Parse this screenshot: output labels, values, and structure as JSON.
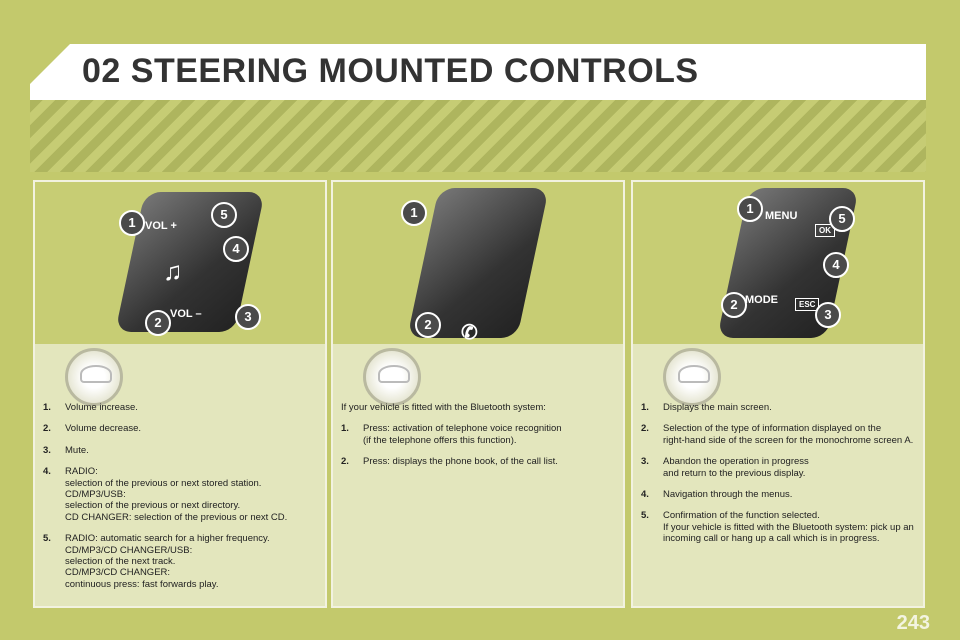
{
  "header": {
    "title": "02 STEERING MOUNTED CONTROLS"
  },
  "panel1": {
    "badges": [
      "1",
      "5",
      "4",
      "2",
      "3"
    ],
    "labels": {
      "vol_up": "VOL +",
      "vol_down": "VOL –"
    },
    "items": [
      {
        "num": "1.",
        "text": "Volume increase."
      },
      {
        "num": "2.",
        "text": "Volume decrease."
      },
      {
        "num": "3.",
        "text": "Mute."
      },
      {
        "num": "4.",
        "text": "RADIO:\nselection of the previous or next stored station.\nCD/MP3/USB:\nselection of the previous or next directory.\nCD CHANGER: selection of the previous or next CD."
      },
      {
        "num": "5.",
        "text": "RADIO: automatic search for a higher frequency.\nCD/MP3/CD CHANGER/USB:\nselection of the next track.\nCD/MP3/CD CHANGER:\ncontinuous press: fast forwards play."
      }
    ]
  },
  "panel2": {
    "badges": [
      "1",
      "2"
    ],
    "intro": "If your vehicle is fitted with the Bluetooth system:",
    "items": [
      {
        "num": "1.",
        "text": "Press: activation of telephone voice recognition\n(if the telephone offers this function)."
      },
      {
        "num": "2.",
        "text": "Press: displays the phone book, of the call list."
      }
    ]
  },
  "panel3": {
    "badges": [
      "1",
      "5",
      "4",
      "2",
      "3"
    ],
    "labels": {
      "menu": "MENU",
      "mode": "MODE",
      "ok": "OK",
      "esc": "ESC"
    },
    "items": [
      {
        "num": "1.",
        "text": "Displays the main screen."
      },
      {
        "num": "2.",
        "text": "Selection of the type of information displayed on the\nright-hand side of the screen for the monochrome screen A."
      },
      {
        "num": "3.",
        "text": "Abandon the operation in progress\nand return to the previous display."
      },
      {
        "num": "4.",
        "text": "Navigation through the menus."
      },
      {
        "num": "5.",
        "text": "Confirmation of the function selected.\nIf your vehicle is fitted with the Bluetooth system: pick up an\nincoming call or hang up a call which is in progress."
      }
    ]
  },
  "footer": {
    "page": "243"
  }
}
